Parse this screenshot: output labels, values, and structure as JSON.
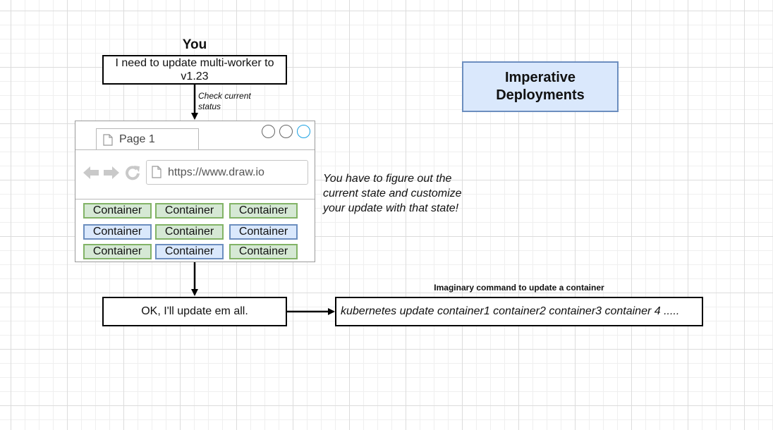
{
  "you_label": "You",
  "request_text": "I need to update multi-worker to v1.23",
  "check_note": "Check current status",
  "title": "Imperative Deployments",
  "browser": {
    "tab_label": "Page 1",
    "url": "https://www.draw.io",
    "containers": [
      [
        {
          "label": "Container",
          "color": "green"
        },
        {
          "label": "Container",
          "color": "green"
        },
        {
          "label": "Container",
          "color": "green"
        }
      ],
      [
        {
          "label": "Container",
          "color": "blue"
        },
        {
          "label": "Container",
          "color": "green"
        },
        {
          "label": "Container",
          "color": "blue"
        }
      ],
      [
        {
          "label": "Container",
          "color": "green"
        },
        {
          "label": "Container",
          "color": "blue"
        },
        {
          "label": "Container",
          "color": "green"
        }
      ]
    ]
  },
  "state_note": "You have to figure out the current state and customize your update with that state!",
  "update_text": "OK, I'll update em all.",
  "command_caption": "Imaginary command to update a container",
  "command_text": "kubernetes update container1 container2 container3 container 4 .....",
  "colors": {
    "green_fill": "#d5e8d4",
    "green_stroke": "#82b366",
    "blue_fill": "#dae8fc",
    "blue_stroke": "#6c8ebf",
    "accent_window_button": "#1ba1e2"
  }
}
